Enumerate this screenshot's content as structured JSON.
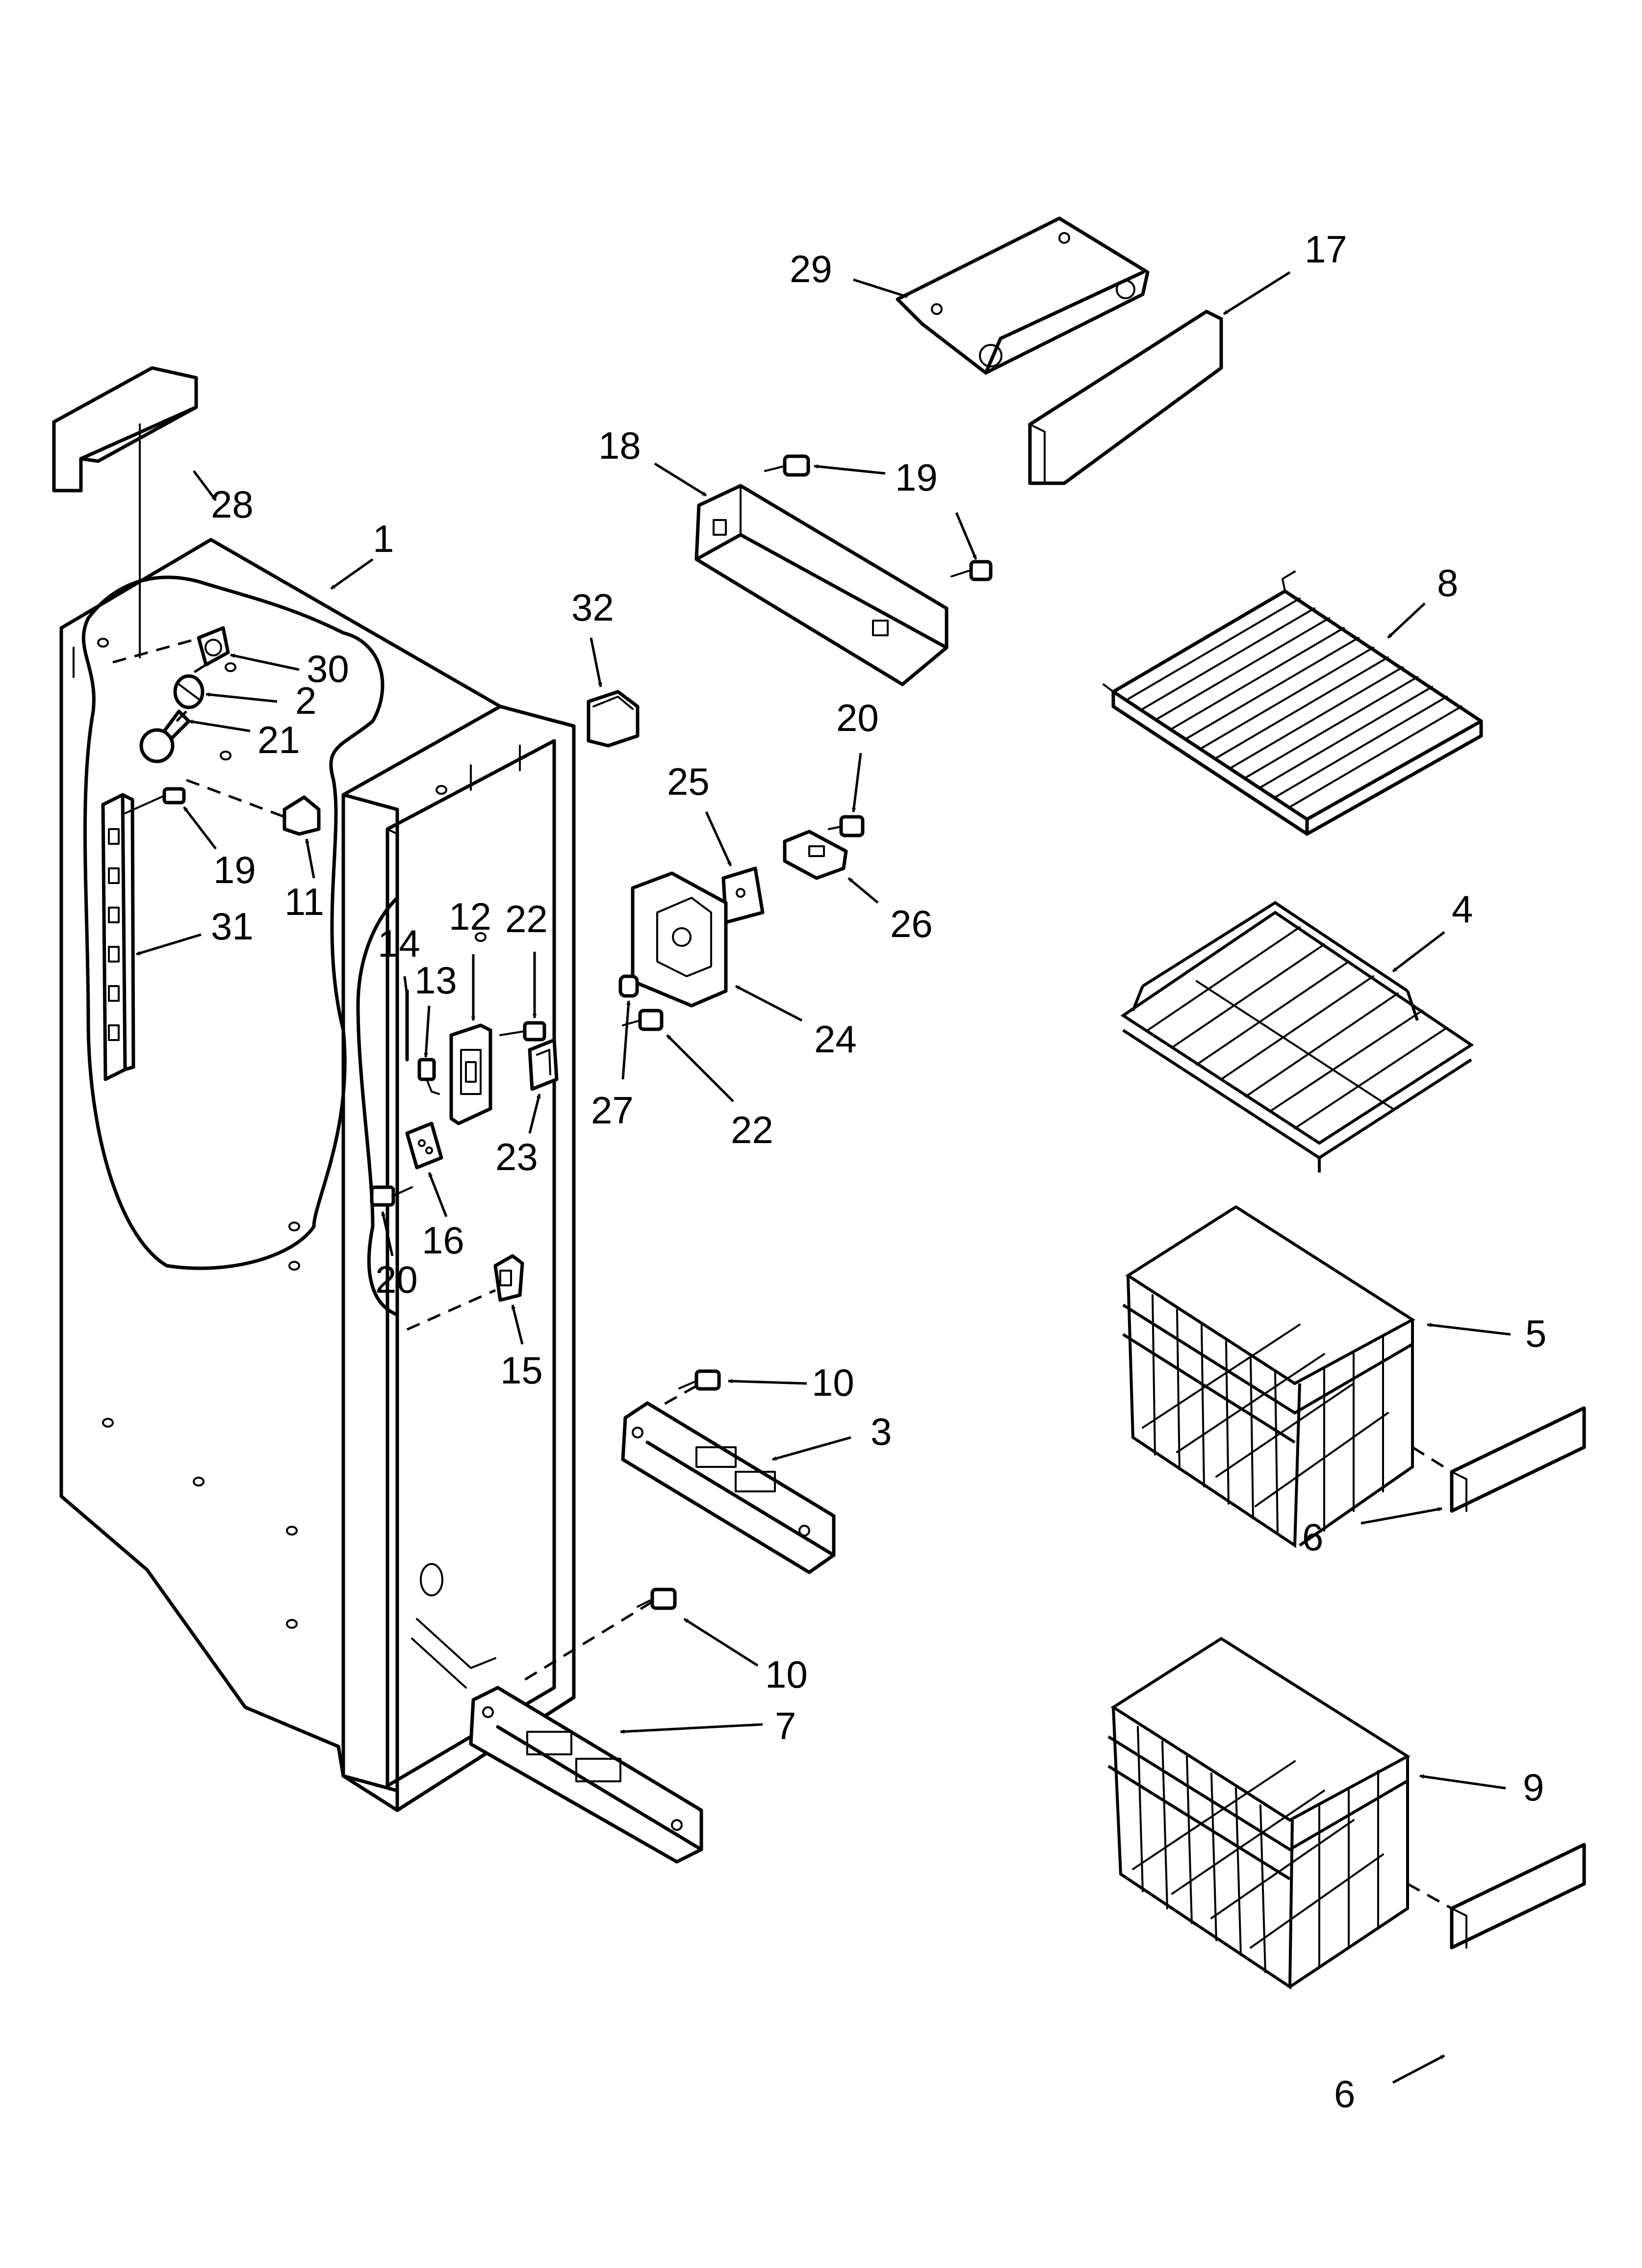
{
  "callouts": [
    {
      "id": "c1",
      "text": "1"
    },
    {
      "id": "c2",
      "text": "2"
    },
    {
      "id": "c3",
      "text": "3"
    },
    {
      "id": "c4",
      "text": "4"
    },
    {
      "id": "c5",
      "text": "5"
    },
    {
      "id": "c6a",
      "text": "6"
    },
    {
      "id": "c6b",
      "text": "6"
    },
    {
      "id": "c7",
      "text": "7"
    },
    {
      "id": "c8",
      "text": "8"
    },
    {
      "id": "c9",
      "text": "9"
    },
    {
      "id": "c10a",
      "text": "10"
    },
    {
      "id": "c10b",
      "text": "10"
    },
    {
      "id": "c11",
      "text": "11"
    },
    {
      "id": "c12",
      "text": "12"
    },
    {
      "id": "c13",
      "text": "13"
    },
    {
      "id": "c14",
      "text": "14"
    },
    {
      "id": "c15",
      "text": "15"
    },
    {
      "id": "c16",
      "text": "16"
    },
    {
      "id": "c17",
      "text": "17"
    },
    {
      "id": "c18",
      "text": "18"
    },
    {
      "id": "c19a",
      "text": "19"
    },
    {
      "id": "c19b",
      "text": "19"
    },
    {
      "id": "c20a",
      "text": "20"
    },
    {
      "id": "c20b",
      "text": "20"
    },
    {
      "id": "c21",
      "text": "21"
    },
    {
      "id": "c22a",
      "text": "22"
    },
    {
      "id": "c22b",
      "text": "22"
    },
    {
      "id": "c23",
      "text": "23"
    },
    {
      "id": "c24",
      "text": "24"
    },
    {
      "id": "c25",
      "text": "25"
    },
    {
      "id": "c26",
      "text": "26"
    },
    {
      "id": "c27",
      "text": "27"
    },
    {
      "id": "c28",
      "text": "28"
    },
    {
      "id": "c29",
      "text": "29"
    },
    {
      "id": "c30",
      "text": "30"
    },
    {
      "id": "c31",
      "text": "31"
    },
    {
      "id": "c32",
      "text": "32"
    }
  ]
}
